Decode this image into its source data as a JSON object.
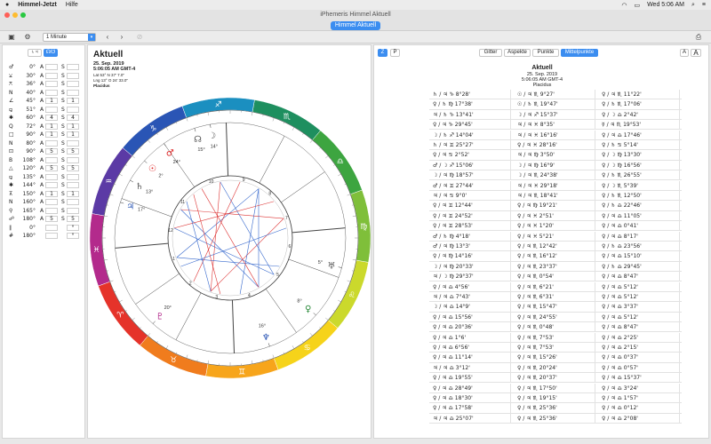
{
  "menubar": {
    "app_name": "Himmel-Jetzt",
    "menu_help": "Hilfe",
    "clock": "Wed 5:06 AM"
  },
  "window": {
    "title": "iPhemeris Himmel Aktuell",
    "tab_label": "Himmel Aktuell"
  },
  "toolbar": {
    "interval_value": "1 Minute",
    "prev_glyph": "‹",
    "next_glyph": "›"
  },
  "left_panel": {
    "tab1": "♄♃",
    "tab2": "☊☋",
    "rows": [
      {
        "glyph": "♂",
        "deg": "0°",
        "a": "A",
        "n1": "",
        "s": "S",
        "n2": ""
      },
      {
        "glyph": "⚺",
        "deg": "30°",
        "a": "A",
        "n1": "",
        "s": "S",
        "n2": ""
      },
      {
        "glyph": "⚻",
        "deg": "36°",
        "a": "A",
        "n1": "",
        "s": "S",
        "n2": ""
      },
      {
        "glyph": "N",
        "deg": "40°",
        "a": "A",
        "n1": "",
        "s": "S",
        "n2": ""
      },
      {
        "glyph": "∠",
        "deg": "45°",
        "a": "A",
        "n1": "1",
        "s": "S",
        "n2": "1"
      },
      {
        "glyph": "⚼",
        "deg": "51°",
        "a": "A",
        "n1": "",
        "s": "S",
        "n2": ""
      },
      {
        "glyph": "✱",
        "deg": "60°",
        "a": "A",
        "n1": "4",
        "s": "S",
        "n2": "4"
      },
      {
        "glyph": "Q",
        "deg": "72°",
        "a": "A",
        "n1": "1",
        "s": "S",
        "n2": "1"
      },
      {
        "glyph": "□",
        "deg": "90°",
        "a": "A",
        "n1": "1",
        "s": "S",
        "n2": "1"
      },
      {
        "glyph": "N",
        "deg": "80°",
        "a": "A",
        "n1": "",
        "s": "S",
        "n2": ""
      },
      {
        "glyph": "⊡",
        "deg": "90°",
        "a": "A",
        "n1": "5",
        "s": "S",
        "n2": "5"
      },
      {
        "glyph": "B",
        "deg": "108°",
        "a": "A",
        "n1": "",
        "s": "S",
        "n2": ""
      },
      {
        "glyph": "△",
        "deg": "120°",
        "a": "A",
        "n1": "5",
        "s": "S",
        "n2": "5"
      },
      {
        "glyph": "⚼",
        "deg": "135°",
        "a": "A",
        "n1": "",
        "s": "S",
        "n2": ""
      },
      {
        "glyph": "✱",
        "deg": "144°",
        "a": "A",
        "n1": "",
        "s": "S",
        "n2": ""
      },
      {
        "glyph": "⊼",
        "deg": "150°",
        "a": "A",
        "n1": "1",
        "s": "S",
        "n2": "1"
      },
      {
        "glyph": "N",
        "deg": "160°",
        "a": "A",
        "n1": "",
        "s": "S",
        "n2": ""
      },
      {
        "glyph": "⚲",
        "deg": "165°",
        "a": "A",
        "n1": "",
        "s": "S",
        "n2": ""
      },
      {
        "glyph": "☍",
        "deg": "180°",
        "a": "A",
        "n1": "5",
        "s": "S",
        "n2": "5"
      },
      {
        "glyph": "∥",
        "deg": "0°",
        "a": "",
        "n1": "",
        "s": "",
        "n2": "°"
      },
      {
        "glyph": "#",
        "deg": "180°",
        "a": "",
        "n1": "",
        "s": "",
        "n2": "°"
      }
    ]
  },
  "chart_header": {
    "title": "Aktuell",
    "date": "25. Sep. 2019",
    "time": "5:06:05 AM GMT-4",
    "lat": "Lat 53° N 37' 7.0\"",
    "lng": "Lng 13° O 24' 33.0\"",
    "house_system": "Placidus"
  },
  "right_panel": {
    "z_label": "Z",
    "p_label": "P",
    "tabs": [
      "Gitter",
      "Aspekte",
      "Punkte",
      "Mittelpunkte"
    ],
    "active_tab": "Mittelpunkte",
    "a_small": "A",
    "a_large": "A",
    "header_title": "Aktuell",
    "header_date": "25. Sep. 2019",
    "header_time": "5:06:05 AM GMT-4",
    "header_house": "Placidus",
    "midpoints": [
      [
        "♄ / ♃  ♑ 8°28'",
        "☉ / ♃  ♏ 9°27'",
        "♀ / ♃  ♏ 11°22'"
      ],
      [
        "♀ / ♄  ♍ 17°38'",
        "☉ / ♄  ♏ 19°47'",
        "♀ / ♄  ♏ 17°06'"
      ],
      [
        "♃ / ♄  ♑ 13°41'",
        "☽ / ♃  ♐ 15°37'",
        "♀ / ☽  ♎ 2°42'"
      ],
      [
        "♀ / ♃  ♑ 29°45'",
        "♃ / ♃  ♓ 8°35'",
        "☿ / ♃  ♏ 19°53'"
      ],
      [
        "☽ / ♄  ♐ 14°04'",
        "♃ / ♃  ♓ 16°16'",
        "♀ / ♃  ♎ 17°46'"
      ],
      [
        "♄ / ♃  ♊ 25°27'",
        "♀ / ♃  ♓ 28°16'",
        "♀ / ♄  ♋ 5°14'"
      ],
      [
        "♀ / ♃  ♋ 2°52'",
        "♃ / ♃  ♍ 3°50'",
        "♀ / ☽  ♍ 13°30'"
      ],
      [
        "♂ / ☽  ♐ 15°06'",
        "☽ / ♃  ♍ 16°9'",
        "♀ / ☽  ♍ 16°56'"
      ],
      [
        "☽ / ♃  ♍ 18°57'",
        "☽ / ♃  ♏ 24°38'",
        "♀ / ♄  ♏ 26°55'"
      ],
      [
        "♂ / ♃  ♊ 27°44'",
        "♃ / ♃  ♓ 29°18'",
        "♀ / ☽  ♏ 5°39'"
      ],
      [
        "♃ / ♃  ♋ 9°0'",
        "♃ / ♃  ♏ 18°41'",
        "♀ / ♄  ♏ 12°50'"
      ],
      [
        "♀ / ♃  ♊ 12°44'",
        "♀ / ♃  ♍ 19°21'",
        "♀ / ♄  ♎ 22°46'"
      ],
      [
        "♀ / ♃  ♊ 24°52'",
        "♀ / ♃  ♓ 2°51'",
        "♀ / ♃  ♎ 11°05'"
      ],
      [
        "♀ / ♃  ♊ 28°53'",
        "♀ / ♃  ♓ 1°20'",
        "♀ / ♃  ♎ 0°41'"
      ],
      [
        "♂ / ♄  ♍ 4°18'",
        "♀ / ♃  ♓ 5°21'",
        "♀ / ♃  ♎ 8°17'"
      ],
      [
        "♂ / ♃  ♍ 13°3'",
        "♀ / ♃  ♏ 12°42'",
        "♀ / ♄  ♎ 23°56'"
      ],
      [
        "♀ / ♃  ♍ 14°16'",
        "♀ / ♃  ♏ 16°12'",
        "♀ / ♃  ♎ 15°10'"
      ],
      [
        "☽ / ♃  ♍ 20°33'",
        "♀ / ♃  ♏ 23°37'",
        "♀ / ♄  ♎ 29°45'"
      ],
      [
        "♃ / ☽  ♍ 29°37'",
        "♀ / ♃  ♏ 0°54'",
        "♀ / ♃  ♎ 8°47'"
      ],
      [
        "♀ / ♃  ♎ 4°56'",
        "♀ / ♃  ♏ 6°21'",
        "♀ / ♃  ♎ 5°12'"
      ],
      [
        "♃ / ♃  ♎ 7°43'",
        "♀ / ♃  ♏ 6°31'",
        "♀ / ♃  ♎ 5°12'"
      ],
      [
        "☽ / ♃  ♎ 14°9'",
        "♀ / ♃  ♏ 15°47'",
        "♀ / ♃  ♎ 3°37'"
      ],
      [
        "♀ / ♃  ♎ 15°56'",
        "♀ / ♃  ♏ 24°55'",
        "♀ / ♃  ♎ 5°12'"
      ],
      [
        "♀ / ♃  ♎ 20°36'",
        "♀ / ♃  ♏ 0°48'",
        "♀ / ♃  ♎ 8°47'"
      ],
      [
        "♀ / ♃  ♎ 1°6'",
        "♀ / ♃  ♏ 7°53'",
        "♀ / ♃  ♎ 2°25'"
      ],
      [
        "♀ / ♃  ♎ 6°56'",
        "♀ / ♃  ♏ 7°53'",
        "♀ / ♃  ♎ 2°15'"
      ],
      [
        "♀ / ♃  ♎ 11°14'",
        "♀ / ♃  ♏ 15°26'",
        "♀ / ♃  ♎ 0°37'"
      ],
      [
        "♃ / ♃  ♎ 3°12'",
        "♀ / ♃  ♏ 20°24'",
        "♀ / ♃  ♎ 0°57'"
      ],
      [
        "♀ / ♃  ♎ 19°55'",
        "♀ / ♃  ♏ 20°37'",
        "♀ / ♃  ♎ 15°37'"
      ],
      [
        "♀ / ♃  ♎ 28°49'",
        "♀ / ♃  ♏ 17°50'",
        "♀ / ♃  ♎ 3°24'"
      ],
      [
        "♀ / ♃  ♎ 18°30'",
        "♀ / ♃  ♏ 19°15'",
        "♀ / ♃  ♎ 1°57'"
      ],
      [
        "♀ / ♃  ♎ 17°58'",
        "♀ / ♃  ♏ 25°36'",
        "♀ / ♃  ♎ 0°12'"
      ],
      [
        "♃ / ♃  ♎ 25°07'",
        "♀ / ♃  ♏ 25°36'",
        "♀ / ♃  ♎ 2°08'"
      ]
    ]
  },
  "chart_data": {
    "type": "diagram",
    "zodiac_signs": [
      "♈",
      "♉",
      "♊",
      "♋",
      "♌",
      "♍",
      "♎",
      "♏",
      "♐",
      "♑",
      "♒",
      "♓"
    ],
    "zodiac_colors": [
      "#e5332a",
      "#f07c1d",
      "#f7a51b",
      "#f6d31a",
      "#cbd92c",
      "#7fbf3a",
      "#3da540",
      "#1e8f5f",
      "#1b8fc0",
      "#2a55b5",
      "#5b3aa5",
      "#b32a8c"
    ],
    "house_numbers": [
      "1",
      "2",
      "3",
      "4",
      "5",
      "6",
      "7",
      "8",
      "9",
      "10",
      "11",
      "12"
    ],
    "planet_labels": [
      {
        "glyph": "☽",
        "deg": "14°"
      },
      {
        "glyph": "☊",
        "deg": "15°"
      },
      {
        "glyph": "♂",
        "deg": "24°"
      },
      {
        "glyph": "☉",
        "deg": "2°"
      },
      {
        "glyph": "♄",
        "deg": "13°"
      },
      {
        "glyph": "♃",
        "deg": "17°"
      },
      {
        "glyph": "♇",
        "deg": "20°"
      },
      {
        "glyph": "♆",
        "deg": "16°"
      },
      {
        "glyph": "♅",
        "deg": "5°"
      },
      {
        "glyph": "♀",
        "deg": "8°"
      }
    ]
  }
}
